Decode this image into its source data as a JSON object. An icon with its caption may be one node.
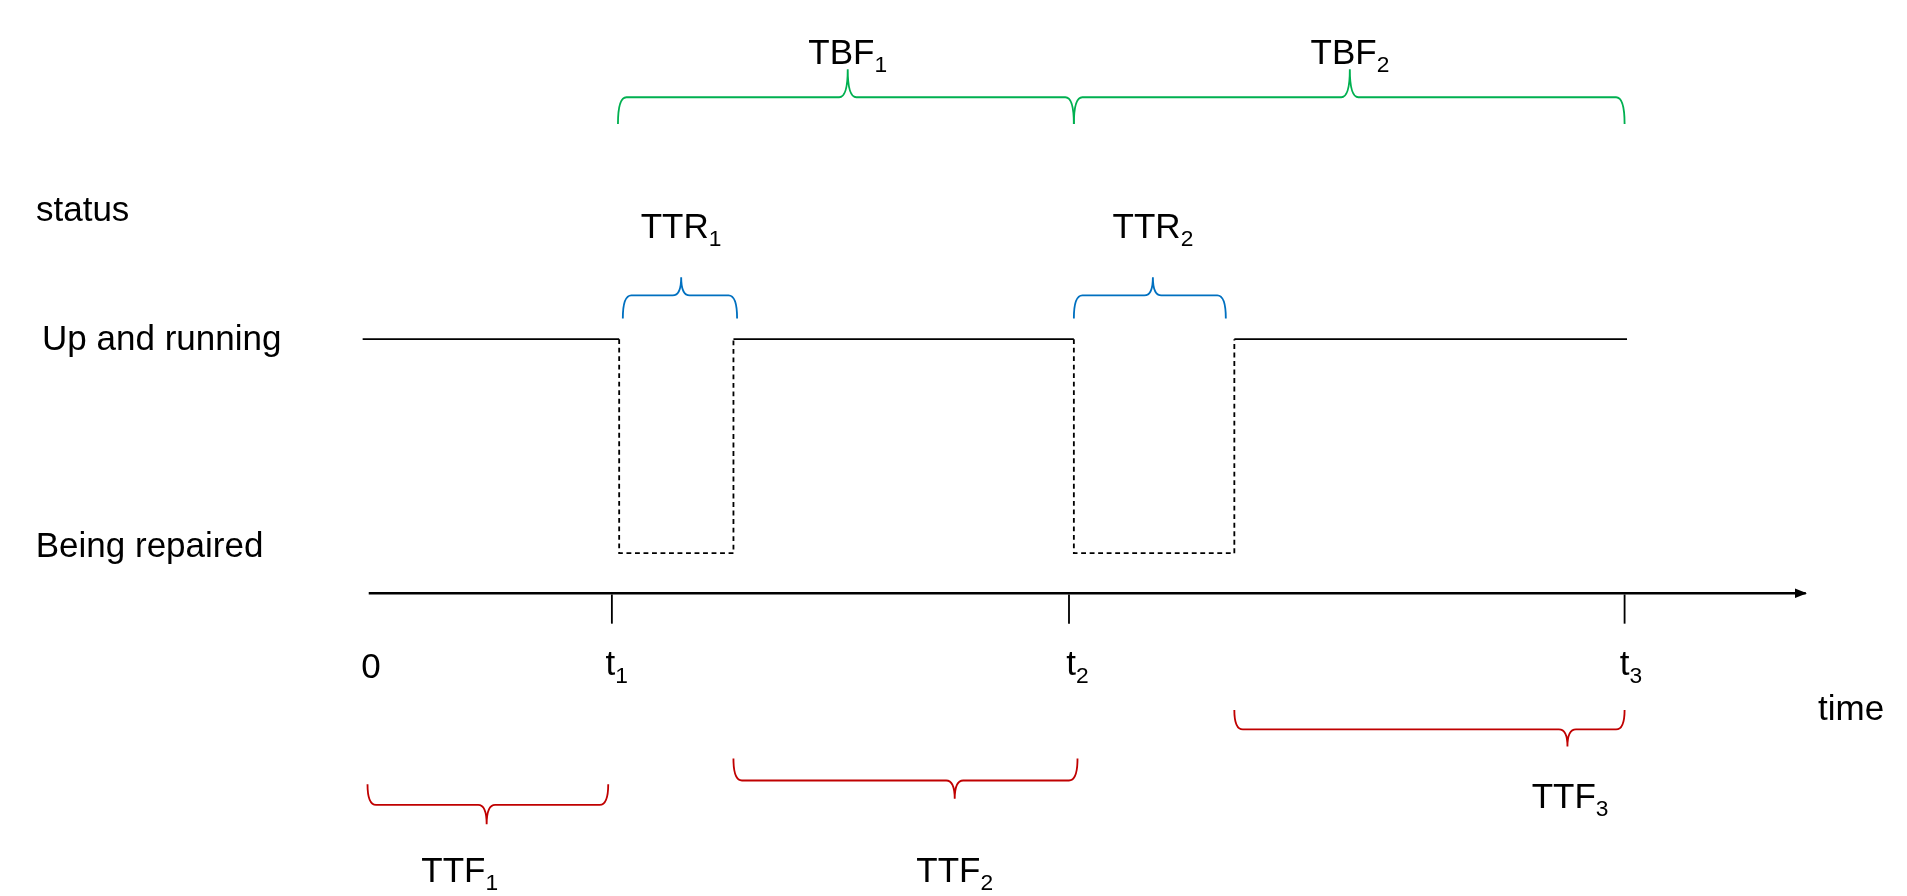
{
  "diagram": {
    "labels": [
      "TBF$_{1}$",
      "TBF$_{2}$",
      "status",
      "TTR$_{1}$",
      "TTR$_{2}$",
      "Up and running",
      "Being repaired",
      "0",
      "t$_{1}$",
      "t$_{2}$",
      "t$_{3}$",
      "time",
      "TTF$_{3}$",
      "TTF$_{1}$",
      "TTF$_{2}$"
    ]
  }
}
